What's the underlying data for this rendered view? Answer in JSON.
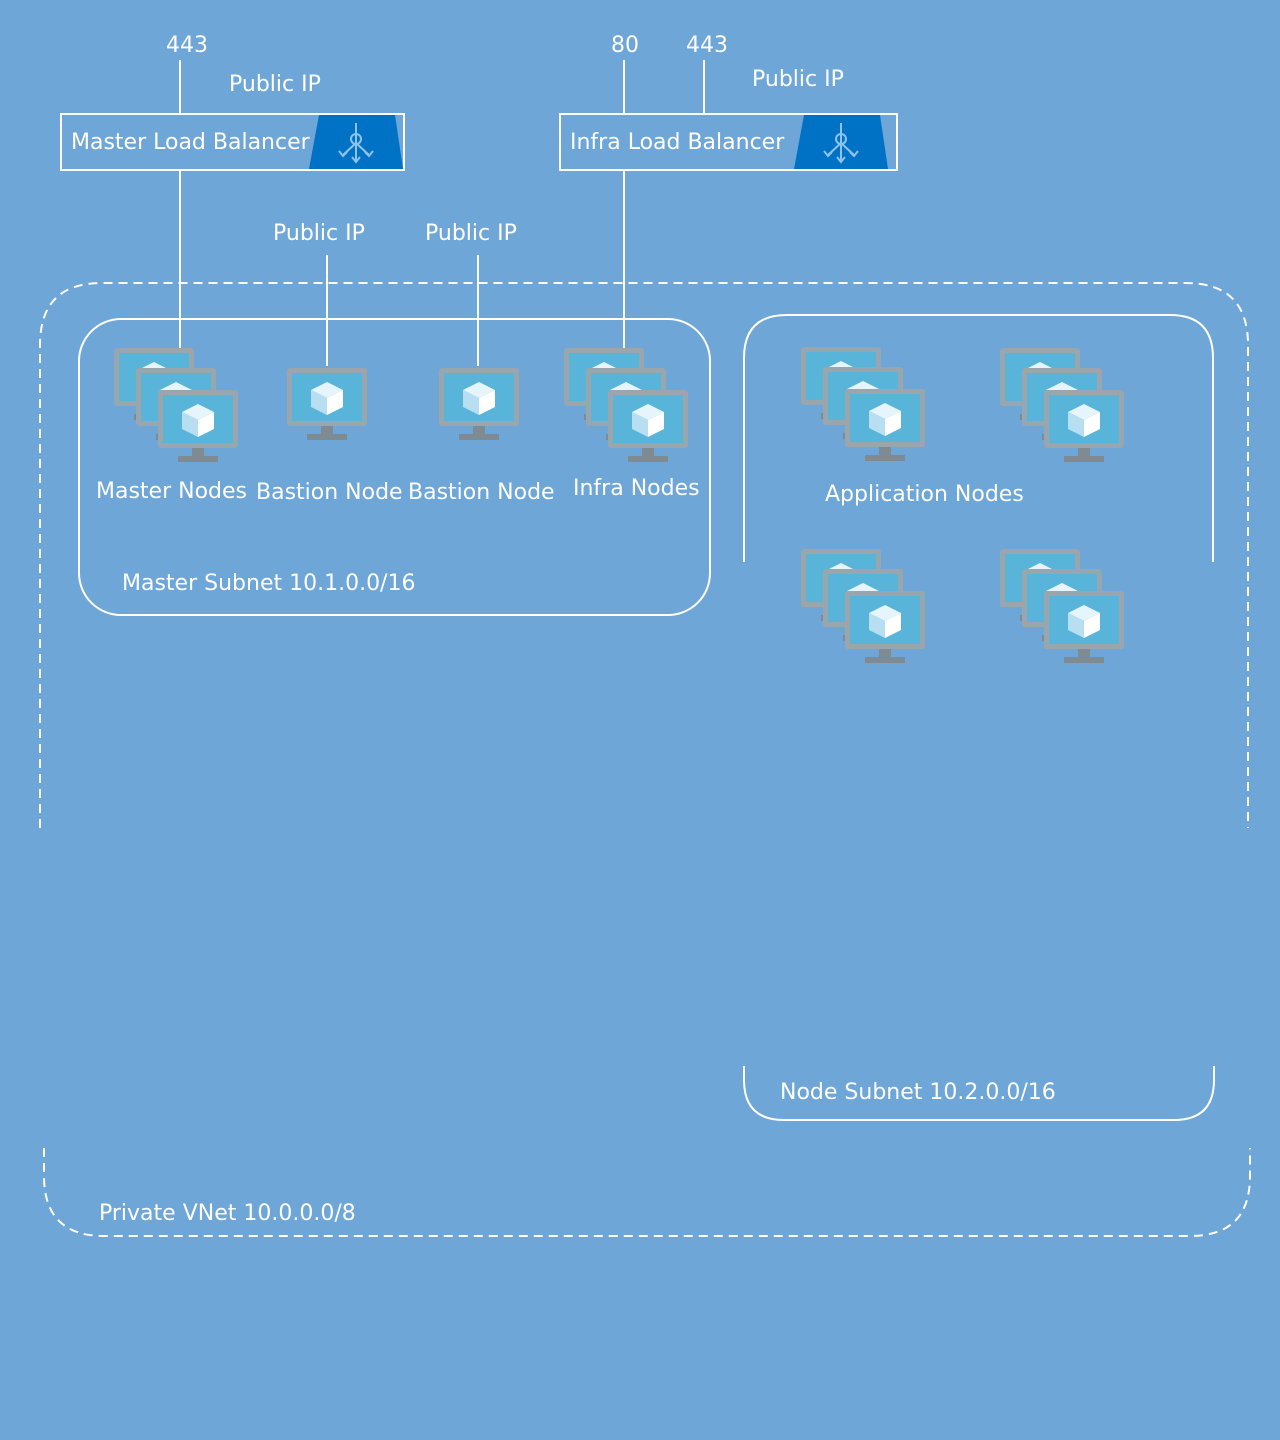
{
  "ports": {
    "master_443": "443",
    "infra_80": "80",
    "infra_443": "443"
  },
  "public_ip": {
    "master_lb": "Public IP",
    "infra_lb": "Public IP",
    "bastion_1": "Public IP",
    "bastion_2": "Public IP"
  },
  "load_balancers": {
    "master": "Master Load Balancer",
    "infra": "Infra Load Balancer"
  },
  "nodes": {
    "master": "Master Nodes",
    "bastion_1": "Bastion Node",
    "bastion_2": "Bastion Node",
    "infra": "Infra Nodes",
    "application": "Application Nodes"
  },
  "subnets": {
    "master": "Master Subnet  10.1.0.0/16",
    "node": "Node Subnet 10.2.0.0/16",
    "vnet": "Private VNet  10.0.0.0/8"
  },
  "colors": {
    "background": "#6ea6d8",
    "lb_icon": "#0072c6",
    "vm_screen": "#59b4d9"
  },
  "icons": {
    "load_balancer": "load-balancer-icon",
    "vm": "virtual-machine-icon"
  }
}
